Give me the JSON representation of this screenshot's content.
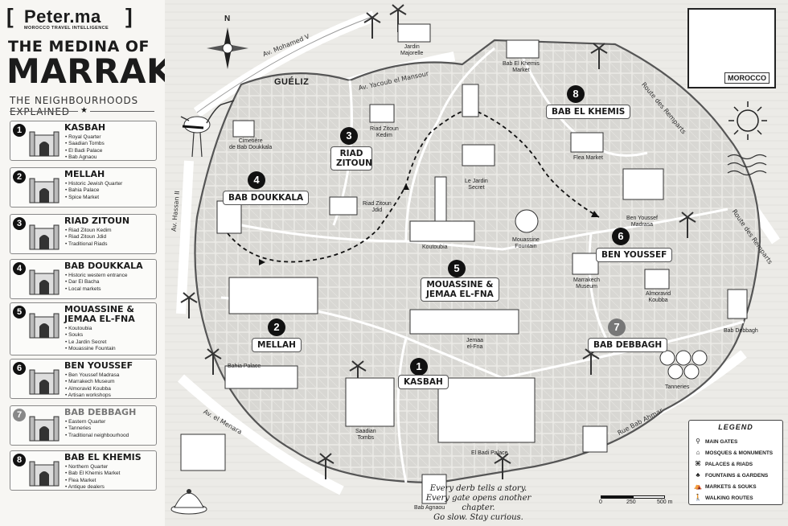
{
  "brand": {
    "open": "[",
    "close": "]",
    "name": "Peter.ma",
    "tagline": "MOROCCO TRAVEL INTELLIGENCE"
  },
  "title": {
    "line1": "THE MEDINA OF",
    "line2": "MARRAKECH",
    "subtitle": "THE NEIGHBOURHOODS EXPLAINED"
  },
  "neighbourhoods": [
    {
      "num": "1",
      "name": "KASBAH",
      "items": [
        "Royal Quarter",
        "Saadian Tombs",
        "El Badi Palace",
        "Bab Agnaou"
      ]
    },
    {
      "num": "2",
      "name": "MELLAH",
      "items": [
        "Historic Jewish Quarter",
        "Bahia Palace",
        "Spice Market"
      ]
    },
    {
      "num": "3",
      "name": "RIAD ZITOUN",
      "items": [
        "Riad Zitoun Kedim",
        "Riad Zitoun Jdid",
        "Traditional Riads"
      ]
    },
    {
      "num": "4",
      "name": "BAB DOUKKALA",
      "items": [
        "Historic western entrance",
        "Dar El Bacha",
        "Local markets"
      ]
    },
    {
      "num": "5",
      "name": "MOUASSINE &",
      "name2": "JEMAA EL-FNA",
      "items": [
        "Koutoubia",
        "Souks",
        "Le Jardin Secret",
        "Mouassine Fountain"
      ]
    },
    {
      "num": "6",
      "name": "BEN YOUSSEF",
      "items": [
        "Ben Youssef Madrasa",
        "Marrakech Museum",
        "Almoravid Koubba",
        "Artisan workshops"
      ]
    },
    {
      "num": "7",
      "name": "BAB DEBBAGH",
      "items": [
        "Eastern Quarter",
        "Tanneries",
        "Traditional neighbourhood"
      ]
    },
    {
      "num": "8",
      "name": "BAB EL KHEMIS",
      "items": [
        "Northern Quarter",
        "Bab El Khemis Market",
        "Flea Market",
        "Antique dealers"
      ]
    }
  ],
  "map": {
    "compass": "N",
    "district": "GUÉLIZ",
    "roads": {
      "mohamed": "Av. Mohamed V",
      "yacoub": "Av. Yacoub el Mansour",
      "hassan": "Av. Hassan II",
      "menara": "Av. el Menara",
      "remparts1": "Route des Remparts",
      "remparts2": "Route des Remparts",
      "ahmar": "Rue Bab Ahmar"
    },
    "labels": {
      "l1": "KASBAH",
      "l2": "MELLAH",
      "l3a": "RIAD",
      "l3b": "ZITOUN",
      "l4": "BAB DOUKKALA",
      "l5a": "MOUASSINE &",
      "l5b": "JEMAA EL-FNA",
      "l6": "BEN YOUSSEF",
      "l7": "BAB DEBBAGH",
      "l8": "BAB EL KHEMIS"
    },
    "places": {
      "majorelle": "Jardin\nMajorelle",
      "khemis_market": "Bab El Khemis\nMarket",
      "cimetiere": "Cimetière\nde Bab Doukkala",
      "zitoun_kedim": "Riad Zitoun\nKedim",
      "zitoun_jdid": "Riad Zitoun\nJdid",
      "jardin_secret": "Le Jardin\nSecret",
      "flea": "Flea Market",
      "madrasa": "Ben Youssef\nMadrasa",
      "koutoubia": "Koutoubia",
      "mouassine_fountain": "Mouassine\nFountain",
      "museum": "Marrakech\nMuseum",
      "koubba": "Almoravid\nKoubba",
      "bab_debbagh": "Bab Debbagh",
      "jemaa": "Jemaa\nel-Fna",
      "bahia": "Bahia Palace",
      "tanneries": "Tanneries",
      "saadian": "Saadian\nTombs",
      "badi": "El Badi Palace",
      "agnaou": "Bab Agnaou"
    },
    "tagline": [
      "Every derb tells a story.",
      "Every gate opens another chapter.",
      "Go slow. Stay curious."
    ]
  },
  "inset": {
    "label": "MOROCCO"
  },
  "legend": {
    "title": "LEGEND",
    "items": [
      {
        "icon": "pin-icon",
        "glyph": "⚲",
        "label": "MAIN GATES"
      },
      {
        "icon": "mosque-icon",
        "glyph": "⌂",
        "label": "MOSQUES & MONUMENTS"
      },
      {
        "icon": "palace-icon",
        "glyph": "⌘",
        "label": "PALACES & RIADS"
      },
      {
        "icon": "fountain-icon",
        "glyph": "♣",
        "label": "FOUNTAINS & GARDENS"
      },
      {
        "icon": "market-icon",
        "glyph": "⛺",
        "label": "MARKETS & SOUKS"
      },
      {
        "icon": "walker-icon",
        "glyph": "🚶",
        "label": "WALKING ROUTES"
      }
    ]
  },
  "scale": {
    "t0": "0",
    "t1": "250",
    "t2": "500 m"
  },
  "colors": {
    "ink": "#1b1b1b",
    "paper": "#f4f2ee",
    "medina": "#d9d8d4",
    "route": "#111111"
  }
}
